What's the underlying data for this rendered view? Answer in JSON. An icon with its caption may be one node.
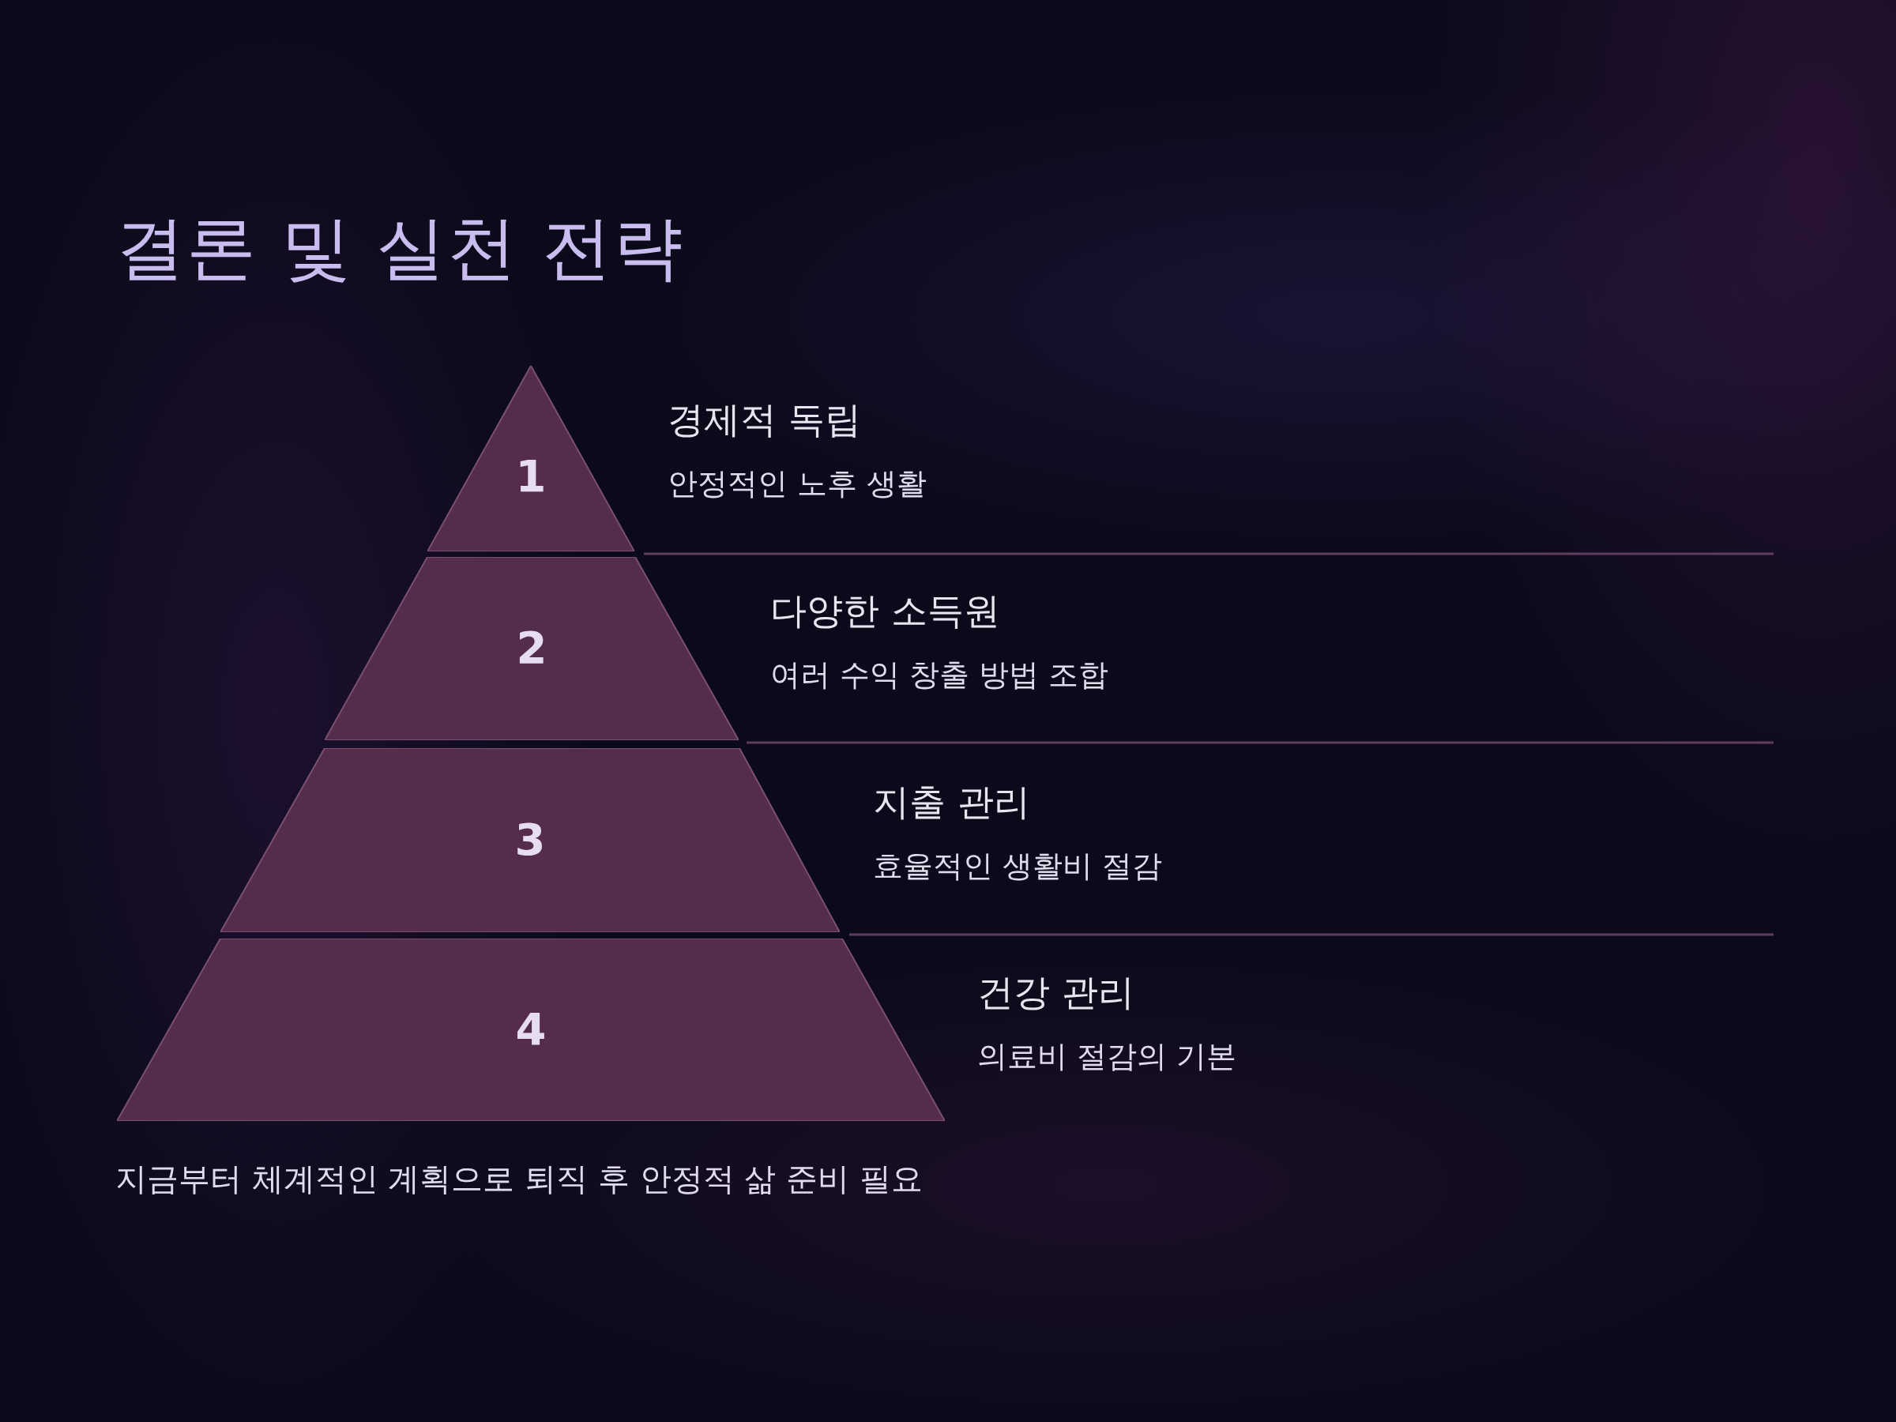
{
  "diagram": {
    "title": "결론 및 실천 전략",
    "nodes": [
      {
        "text": [
          "1"
        ],
        "beside": [
          "경제적 독립",
          "안정적인 노후 생활"
        ]
      },
      {
        "text": [
          "2"
        ],
        "beside": [
          "다양한 소득원",
          "여러 수익 창출 방법 조합"
        ]
      },
      {
        "text": [
          "3"
        ],
        "beside": [
          "지출 관리",
          "효율적인 생활비 절감"
        ]
      },
      {
        "text": [
          "4"
        ],
        "beside": [
          "건강 관리",
          "의료비 절감의 기본"
        ]
      }
    ],
    "edges": [],
    "caption": "지금부터 체계적인 계획으로 퇴직 후 안정적 삶 준비 필요"
  }
}
